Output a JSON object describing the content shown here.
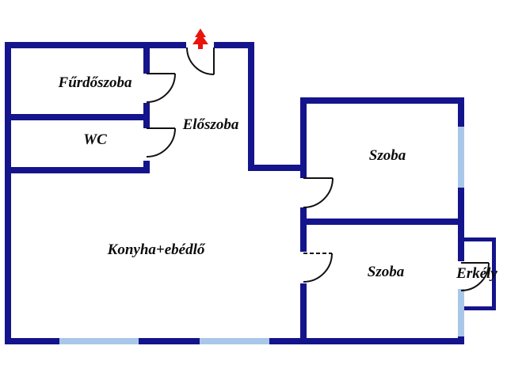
{
  "plan": {
    "title": "apartment-floor-plan",
    "rooms": {
      "bathroom": "Fűrdőszoba",
      "wc": "WC",
      "hall": "Előszoba",
      "kitchen_dining": "Konyha+ebédlő",
      "room1": "Szoba",
      "room2": "Szoba",
      "balcony": "Erkély"
    },
    "colors": {
      "wall": "#14148C",
      "window": "#A9C7E8",
      "door_line": "#111111",
      "arrow": "#E8140C",
      "background": "#FFFFFF",
      "label_text": "#0B0B0B"
    },
    "icons": {
      "entrance_arrow": "red up-arrow at entrance door"
    }
  }
}
